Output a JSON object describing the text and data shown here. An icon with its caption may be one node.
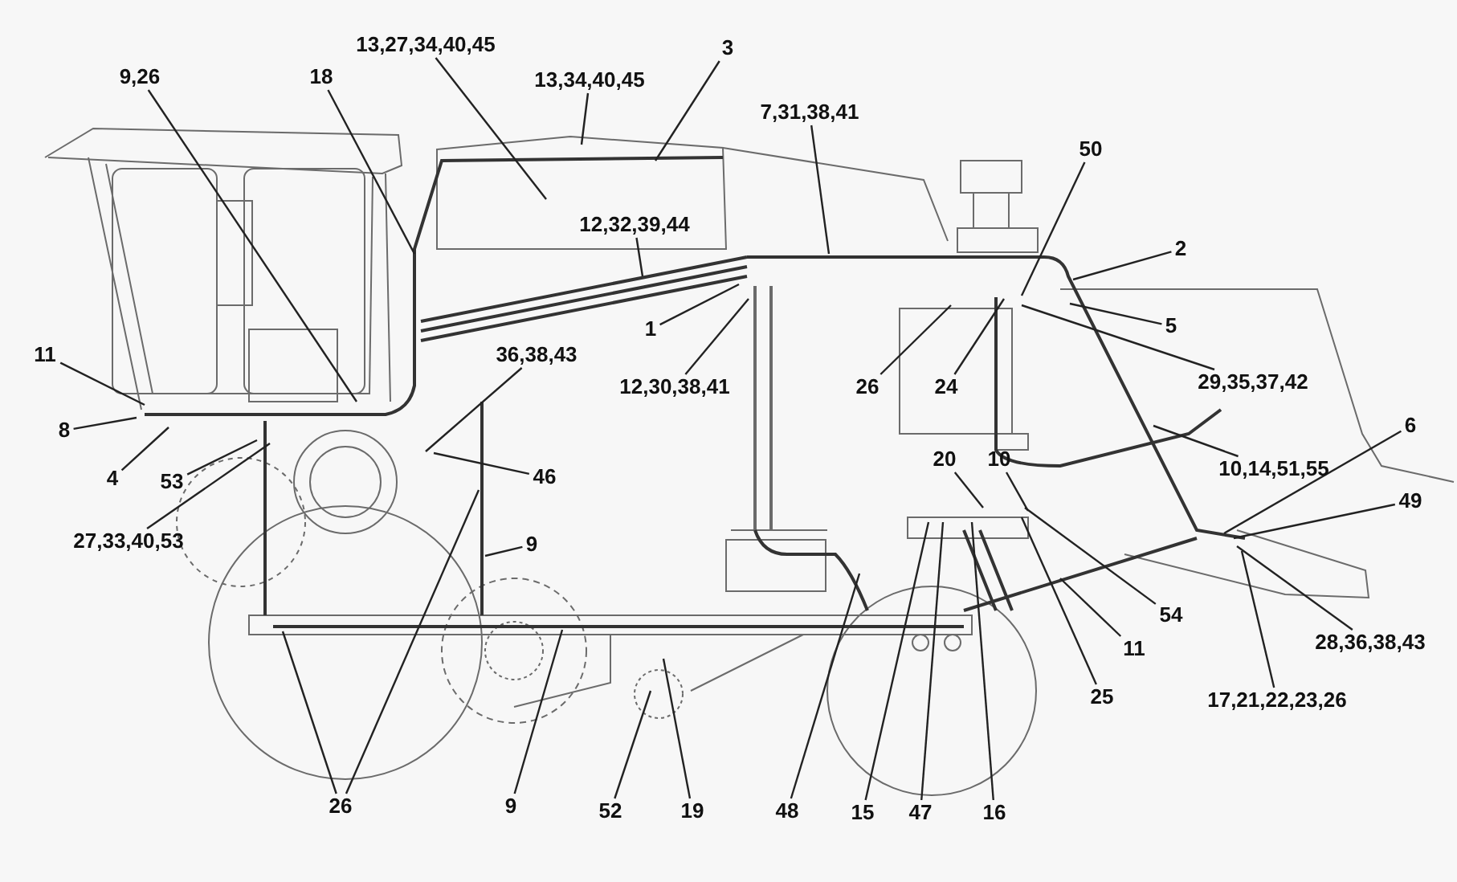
{
  "diagram": {
    "nodes": [
      {
        "text": [
          "9,26"
        ]
      },
      {
        "text": [
          "18"
        ]
      },
      {
        "text": [
          "13,27,34,40,45"
        ]
      },
      {
        "text": [
          "13,34,40,45"
        ]
      },
      {
        "text": [
          "3"
        ]
      },
      {
        "text": [
          "7,31,38,41"
        ]
      },
      {
        "text": [
          "50"
        ]
      },
      {
        "text": [
          "12,32,39,44"
        ]
      },
      {
        "text": [
          "2"
        ]
      },
      {
        "text": [
          "1"
        ]
      },
      {
        "text": [
          "12,30,38,41"
        ]
      },
      {
        "text": [
          "5"
        ]
      },
      {
        "text": [
          "29,35,37,42"
        ]
      },
      {
        "text": [
          "26"
        ]
      },
      {
        "text": [
          "24"
        ]
      },
      {
        "text": [
          "11"
        ]
      },
      {
        "text": [
          "8"
        ]
      },
      {
        "text": [
          "36,38,43"
        ]
      },
      {
        "text": [
          "4"
        ]
      },
      {
        "text": [
          "53"
        ]
      },
      {
        "text": [
          "46"
        ]
      },
      {
        "text": [
          "27,33,40,53"
        ]
      },
      {
        "text": [
          "10,14,51,55"
        ]
      },
      {
        "text": [
          "6"
        ]
      },
      {
        "text": [
          "20"
        ]
      },
      {
        "text": [
          "10"
        ]
      },
      {
        "text": [
          "9"
        ]
      },
      {
        "text": [
          "49"
        ]
      },
      {
        "text": [
          "54"
        ]
      },
      {
        "text": [
          "11"
        ]
      },
      {
        "text": [
          "28,36,38,43"
        ]
      },
      {
        "text": [
          "25"
        ]
      },
      {
        "text": [
          "17,21,22,23,26"
        ]
      },
      {
        "text": [
          "26"
        ]
      },
      {
        "text": [
          "9"
        ]
      },
      {
        "text": [
          "52"
        ]
      },
      {
        "text": [
          "19"
        ]
      },
      {
        "text": [
          "48"
        ]
      },
      {
        "text": [
          "15"
        ]
      },
      {
        "text": [
          "47"
        ]
      },
      {
        "text": [
          "16"
        ]
      }
    ],
    "edges": [
      {
        "from": 0,
        "to": null,
        "arrow": "none"
      },
      {
        "from": 1,
        "to": null,
        "arrow": "none"
      },
      {
        "from": 2,
        "to": null,
        "arrow": "none"
      },
      {
        "from": 3,
        "to": null,
        "arrow": "none"
      },
      {
        "from": 4,
        "to": null,
        "arrow": "none"
      },
      {
        "from": 5,
        "to": null,
        "arrow": "none"
      },
      {
        "from": 6,
        "to": null,
        "arrow": "none"
      },
      {
        "from": 7,
        "to": null,
        "arrow": "none"
      },
      {
        "from": 8,
        "to": null,
        "arrow": "none"
      },
      {
        "from": 9,
        "to": null,
        "arrow": "none"
      },
      {
        "from": 10,
        "to": null,
        "arrow": "none"
      },
      {
        "from": 11,
        "to": null,
        "arrow": "none"
      },
      {
        "from": 12,
        "to": null,
        "arrow": "none"
      },
      {
        "from": 13,
        "to": null,
        "arrow": "none"
      },
      {
        "from": 14,
        "to": null,
        "arrow": "none"
      },
      {
        "from": 15,
        "to": null,
        "arrow": "none"
      },
      {
        "from": 16,
        "to": null,
        "arrow": "none"
      },
      {
        "from": 17,
        "to": null,
        "arrow": "none"
      },
      {
        "from": 18,
        "to": null,
        "arrow": "none"
      },
      {
        "from": 19,
        "to": null,
        "arrow": "none"
      },
      {
        "from": 20,
        "to": null,
        "arrow": "none"
      },
      {
        "from": 21,
        "to": null,
        "arrow": "none"
      },
      {
        "from": 22,
        "to": null,
        "arrow": "none"
      },
      {
        "from": 23,
        "to": null,
        "arrow": "none"
      },
      {
        "from": 24,
        "to": null,
        "arrow": "none"
      },
      {
        "from": 25,
        "to": null,
        "arrow": "none"
      },
      {
        "from": 26,
        "to": null,
        "arrow": "none"
      },
      {
        "from": 27,
        "to": null,
        "arrow": "none"
      },
      {
        "from": 28,
        "to": null,
        "arrow": "none"
      },
      {
        "from": 29,
        "to": null,
        "arrow": "none"
      },
      {
        "from": 30,
        "to": null,
        "arrow": "none"
      },
      {
        "from": 31,
        "to": null,
        "arrow": "none"
      },
      {
        "from": 32,
        "to": null,
        "arrow": "none"
      },
      {
        "from": 33,
        "to": null,
        "arrow": "none"
      },
      {
        "from": 33,
        "to": null,
        "arrow": "none"
      },
      {
        "from": 34,
        "to": null,
        "arrow": "none"
      },
      {
        "from": 35,
        "to": null,
        "arrow": "none"
      },
      {
        "from": 36,
        "to": null,
        "arrow": "none"
      },
      {
        "from": 37,
        "to": null,
        "arrow": "none"
      },
      {
        "from": 38,
        "to": null,
        "arrow": "none"
      },
      {
        "from": 39,
        "to": null,
        "arrow": "none"
      },
      {
        "from": 40,
        "to": null,
        "arrow": "none"
      }
    ]
  }
}
